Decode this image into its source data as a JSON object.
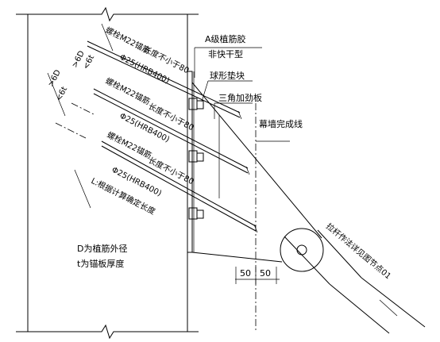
{
  "labels": {
    "glue": "A级植筋胶",
    "glue_note": "非快干型",
    "spherical_pad": "球形垫块",
    "stiffener": "三角加劲板",
    "curtain_wall_line": "幕墙完成线",
    "bolt_1": "螺栓M22锚筋",
    "bolt_2": "螺栓M22锚筋",
    "bolt_3": "螺栓M22锚筋",
    "length_1": "长度不小于80",
    "length_2": "长度不小于80",
    "length_3": "长度不小于80",
    "rebar_1": "Φ25(HRB400)",
    "rebar_2": "Φ25(HRB400)",
    "rebar_3": "Φ25(HRB400)",
    "embed_length": "L:根据计算确定长度",
    "dim_d_1": ">6D",
    "dim_d_2": ">6D",
    "dim_t_1": "<6t",
    "dim_t_2": "<6t",
    "dim_50a": "50",
    "dim_50b": "50",
    "note_d": "D为植筋外径",
    "note_t": "t为锚板厚度",
    "cable_note": "拉杆作法详见图节点01"
  }
}
